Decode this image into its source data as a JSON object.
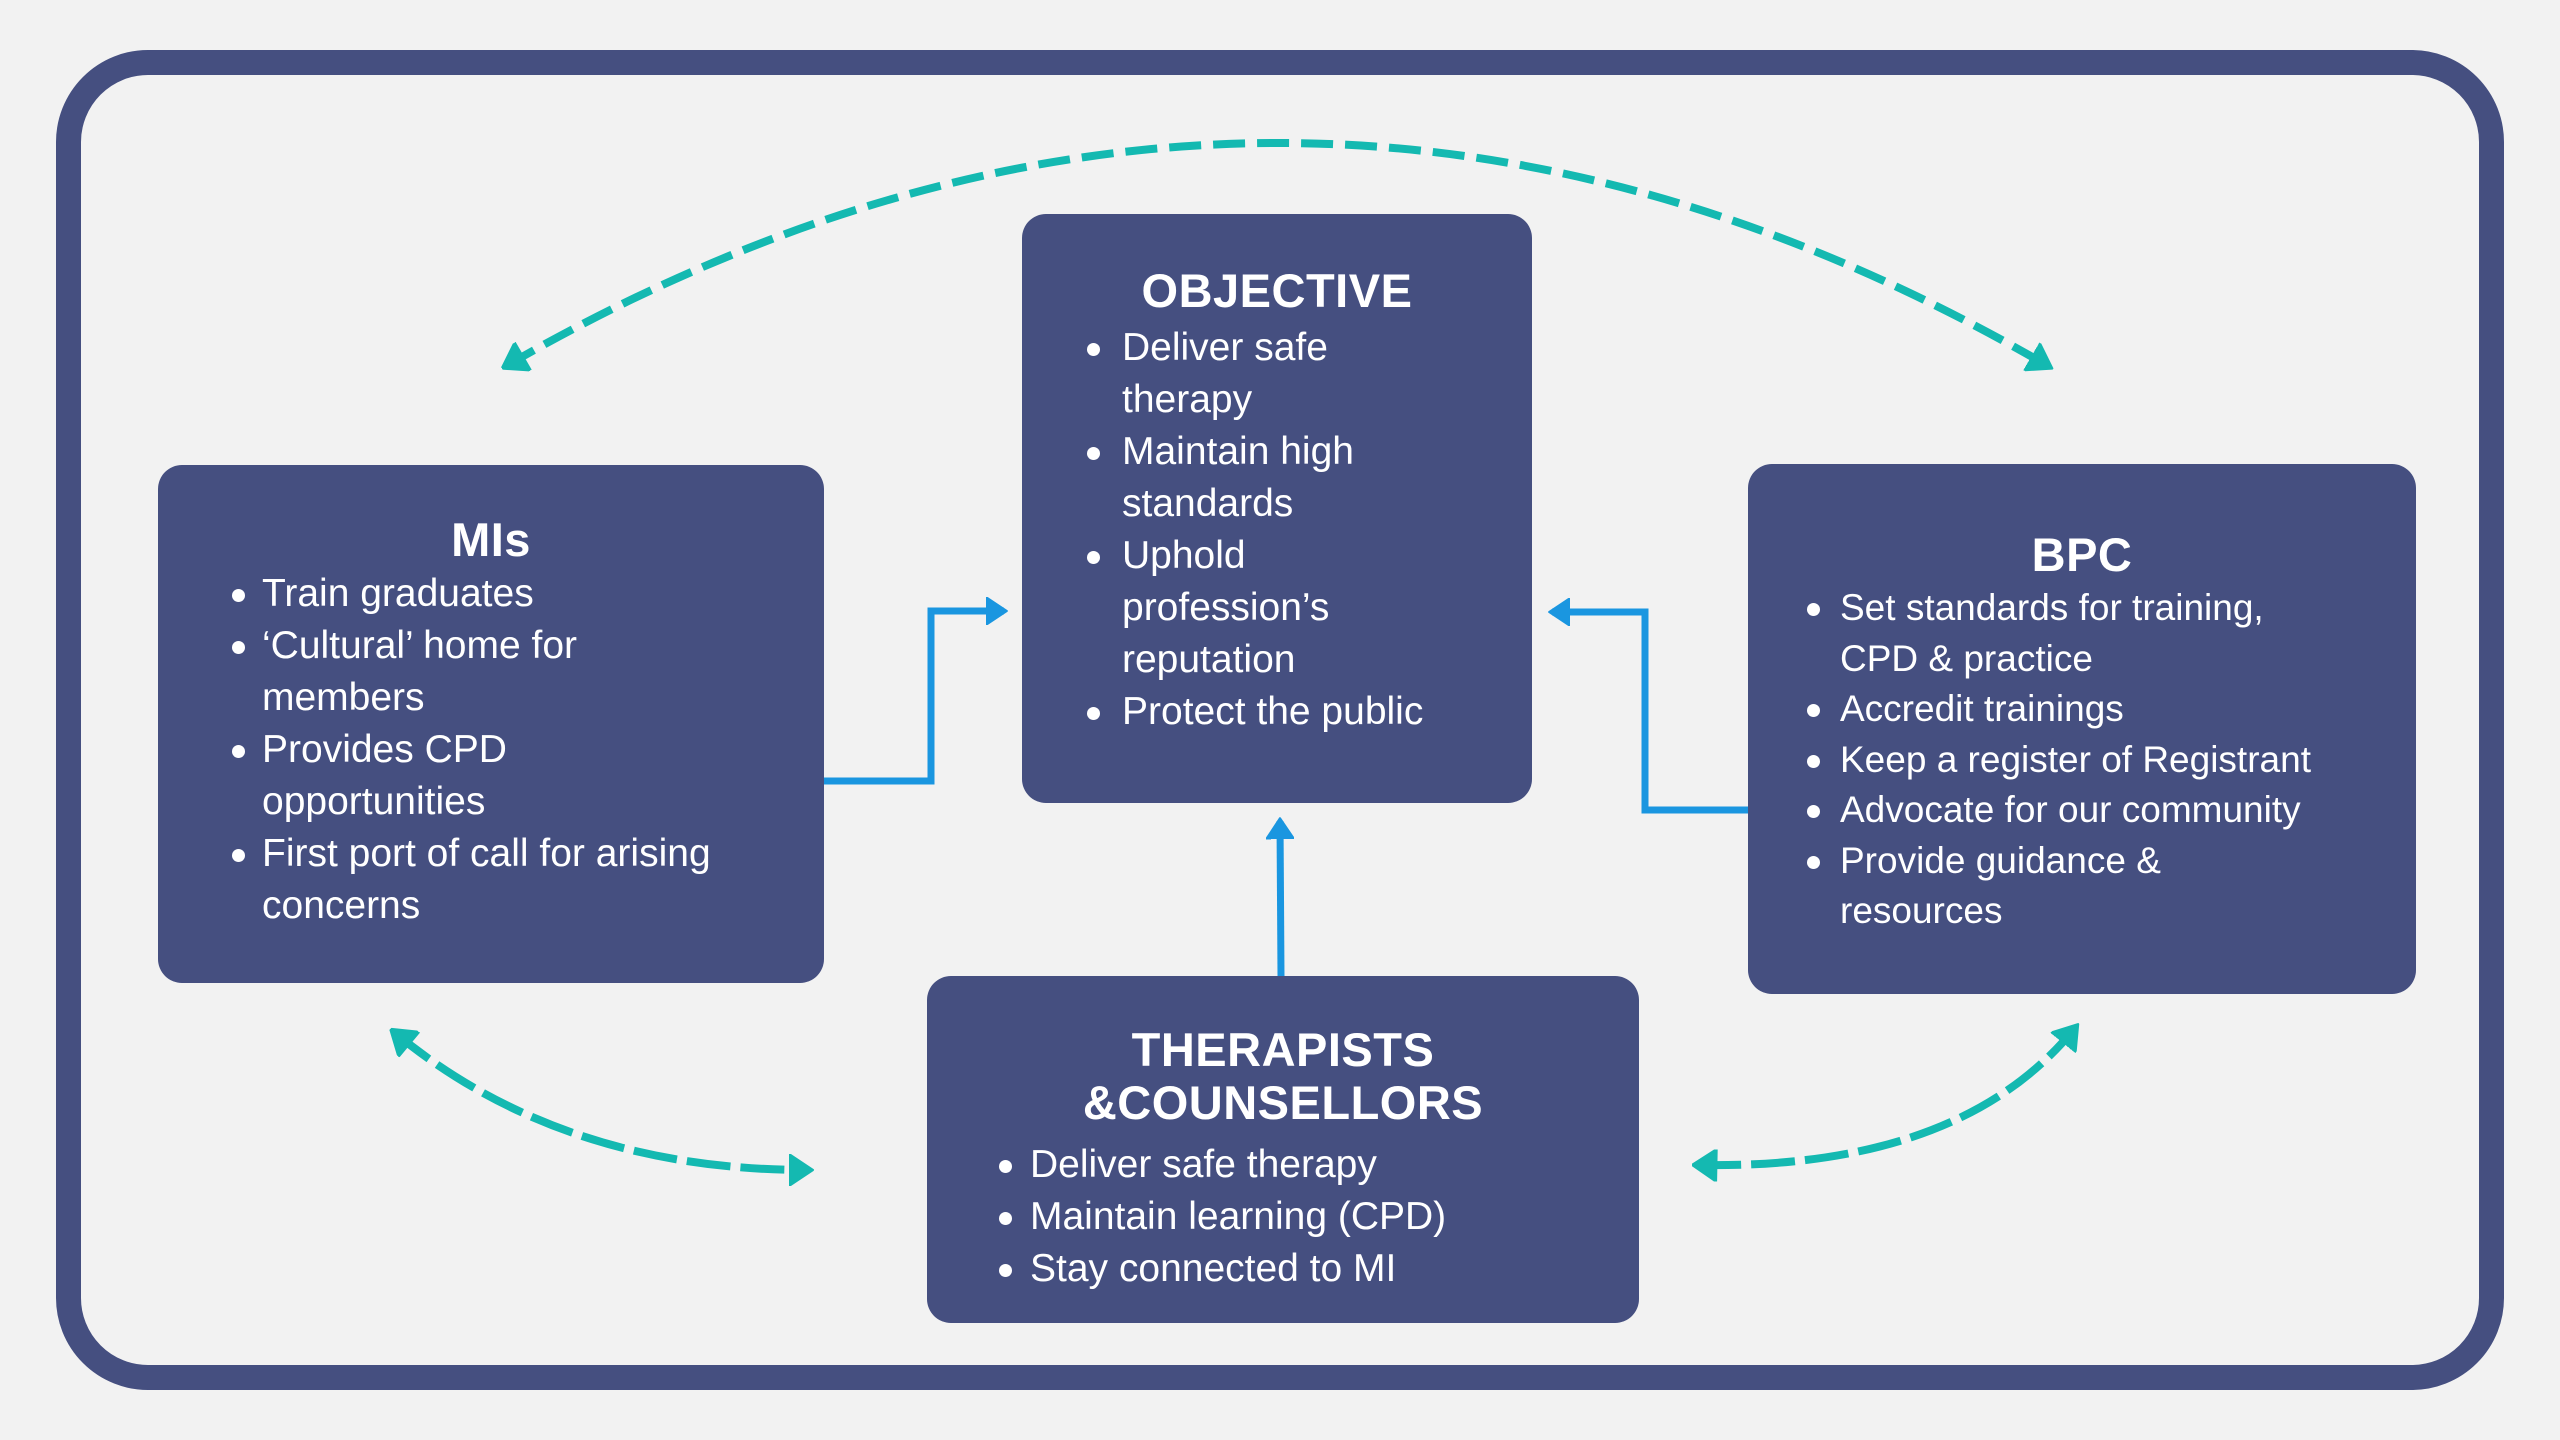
{
  "colors": {
    "background": "#f2f2f2",
    "frame": "#454f80",
    "box_fill": "#454f80",
    "box_text": "#ffffff",
    "solid_arrow": "#1a96e0",
    "dashed_arrow": "#14b9b1"
  },
  "boxes": {
    "objective": {
      "title": [
        "OBJECTIVE"
      ],
      "bullets": [
        [
          "Deliver safe",
          "therapy"
        ],
        [
          "Maintain high",
          "standards"
        ],
        [
          "Uphold",
          "profession’s",
          "reputation"
        ],
        [
          "Protect the public"
        ]
      ]
    },
    "mis": {
      "title": [
        "MIs"
      ],
      "bullets": [
        [
          "Train graduates"
        ],
        [
          "‘Cultural’ home for",
          "members"
        ],
        [
          "Provides CPD",
          "opportunities"
        ],
        [
          "First port of call for arising",
          "concerns"
        ]
      ]
    },
    "bpc": {
      "title": [
        "BPC"
      ],
      "bullets": [
        [
          "Set standards for training,",
          "CPD & practice"
        ],
        [
          "Accredit trainings"
        ],
        [
          "Keep a register of Registrant"
        ],
        [
          "Advocate for our community"
        ],
        [
          "Provide guidance &",
          "resources"
        ]
      ]
    },
    "therapists": {
      "title": [
        "THERAPISTS &",
        "COUNSELLORS"
      ],
      "bullets": [
        [
          "Deliver safe therapy"
        ],
        [
          "Maintain learning (CPD)"
        ],
        [
          "Stay connected to MI"
        ]
      ]
    }
  },
  "connectors": {
    "solid": [
      {
        "from": "mis",
        "to": "objective",
        "type": "one-way"
      },
      {
        "from": "bpc",
        "to": "objective",
        "type": "one-way"
      },
      {
        "from": "therapists",
        "to": "objective",
        "type": "one-way"
      }
    ],
    "dashed": [
      {
        "between": [
          "mis",
          "bpc"
        ],
        "type": "two-way"
      },
      {
        "between": [
          "mis",
          "therapists"
        ],
        "type": "two-way"
      },
      {
        "between": [
          "bpc",
          "therapists"
        ],
        "type": "two-way"
      }
    ]
  }
}
